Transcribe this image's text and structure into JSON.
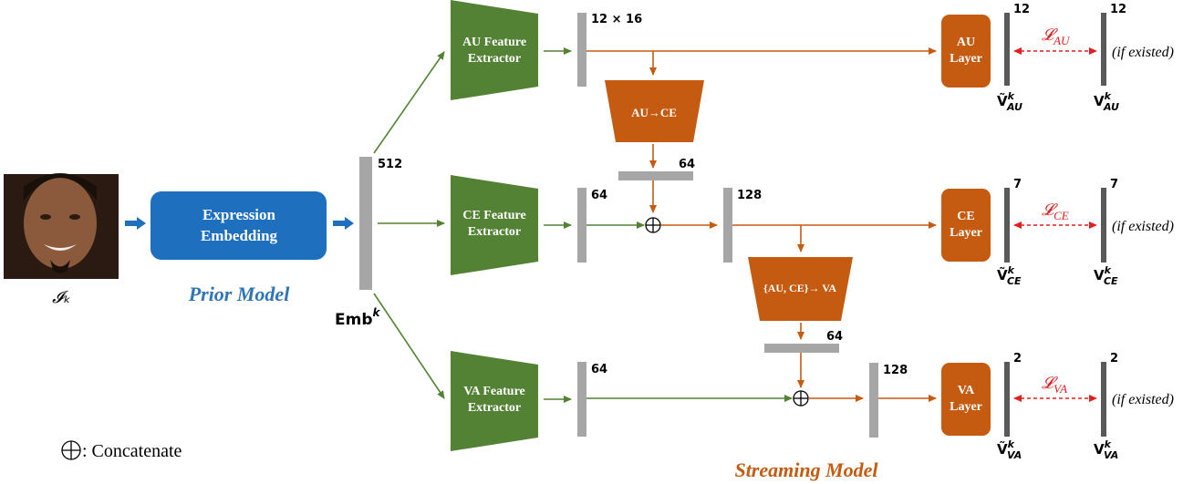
{
  "colors": {
    "blue": "#1f6fbf",
    "green": "#548235",
    "orange": "#c55a11",
    "gray_bar": "#a6a6a6",
    "dark_bar": "#595959",
    "loss_red": "#e02020",
    "model_label_blue": "#2e75b6",
    "model_label_orange": "#c55a11"
  },
  "input": {
    "image_label": "𝓘ₖ",
    "face_icon": "face-photo"
  },
  "prior": {
    "box_label_1": "Expression",
    "box_label_2": "Embedding",
    "model_label": "Prior Model"
  },
  "emb": {
    "dim": "512",
    "label": "Emb",
    "superscript": "k"
  },
  "extractors": {
    "au": {
      "line1": "AU Feature",
      "line2": "Extractor",
      "dim": "12 × 16"
    },
    "ce": {
      "line1": "CE Feature",
      "line2": "Extractor",
      "dim": "64"
    },
    "va": {
      "line1": "VA Feature",
      "line2": "Extractor",
      "dim": "64"
    }
  },
  "transfer": {
    "au_ce": {
      "label": "AU→CE",
      "dim": "64"
    },
    "auce_va": {
      "label": "{AU, CE}→ VA",
      "dim": "64"
    }
  },
  "concat": {
    "ce_dim": "128",
    "va_dim": "128"
  },
  "layers": {
    "au": {
      "line1": "AU",
      "line2": "Layer",
      "pred_dim": "12",
      "gt_dim": "12",
      "loss": "𝓛",
      "loss_sub": "AU",
      "pred_sub": "AU",
      "gt_sub": "AU"
    },
    "ce": {
      "line1": "CE",
      "line2": "Layer",
      "pred_dim": "7",
      "gt_dim": "7",
      "loss": "𝓛",
      "loss_sub": "CE",
      "pred_sub": "CE",
      "gt_sub": "CE"
    },
    "va": {
      "line1": "VA",
      "line2": "Layer",
      "pred_dim": "2",
      "gt_dim": "2",
      "loss": "𝓛",
      "loss_sub": "VA",
      "pred_sub": "VA",
      "gt_sub": "VA"
    }
  },
  "vector": {
    "pred_symbol": "Ṽ",
    "gt_symbol": "V",
    "sup": "k",
    "if_existed": "(if existed)"
  },
  "legend": {
    "symbol": "⊕",
    "text": ": Concatenate"
  },
  "streaming": {
    "model_label": "Streaming Model"
  }
}
